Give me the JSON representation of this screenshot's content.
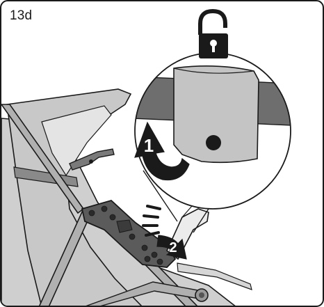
{
  "step": {
    "label": "13d"
  },
  "arrows": {
    "first": "1",
    "second": "2"
  },
  "icons": {
    "lock": "unlocked-padlock-icon"
  },
  "colors": {
    "outline": "#1a1a1a",
    "frame_fill": "#c8c8c8",
    "fabric_fill": "#9a9a9a",
    "dark_part": "#3b3b3b",
    "strap": "#6e6e6e"
  }
}
